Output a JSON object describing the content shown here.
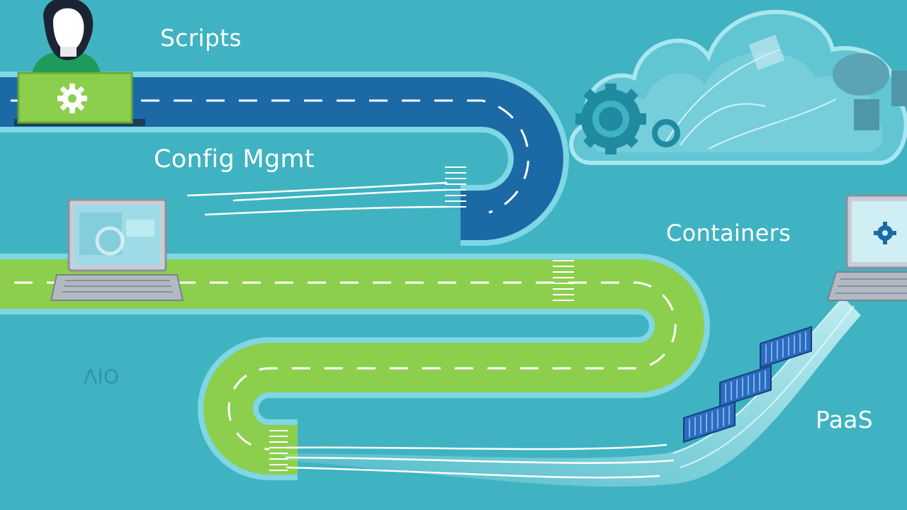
{
  "stages": {
    "scripts": "Scripts",
    "config_mgmt": "Config Mgmt",
    "containers": "Containers",
    "paas": "PaaS"
  },
  "faint_text": "ΛΙΟ",
  "colors": {
    "background": "#3fb3c1",
    "road_blue": "#1b6aa5",
    "road_green": "#8ccf4d",
    "road_edge": "#7fd6e4",
    "cloud": "#7dd3e2",
    "container_blue": "#2b6cc1"
  },
  "icons": [
    "user-avatar-icon",
    "gear-icon",
    "laptop-icon",
    "cloud-icon",
    "container-icon"
  ]
}
